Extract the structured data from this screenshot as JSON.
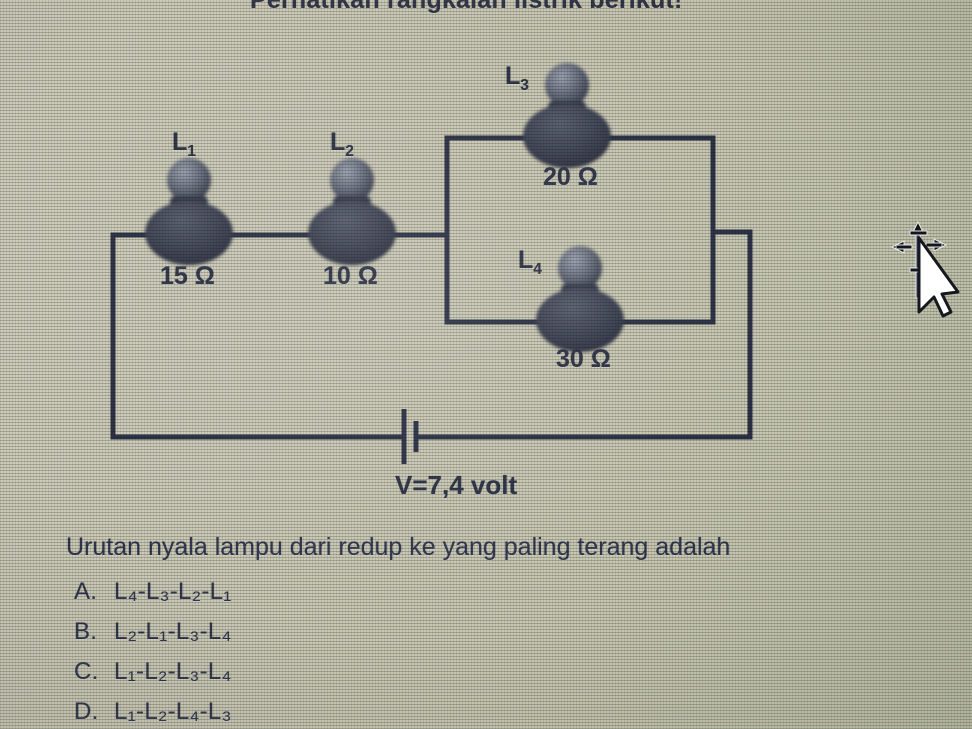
{
  "heading": "Perhatikan rangkaian listrik berikut!",
  "question": "Urutan nyala  lampu dari redup ke yang paling terang adalah",
  "circuit": {
    "source_label": "V=7,4 volt",
    "lamps": [
      {
        "id": "L1",
        "name": "L",
        "index": "1",
        "resistance": "15 Ω",
        "branch": "series"
      },
      {
        "id": "L2",
        "name": "L",
        "index": "2",
        "resistance": "10 Ω",
        "branch": "series"
      },
      {
        "id": "L3",
        "name": "L",
        "index": "3",
        "resistance": "20 Ω",
        "branch": "parallel-top"
      },
      {
        "id": "L4",
        "name": "L",
        "index": "4",
        "resistance": "30 Ω",
        "branch": "parallel-bottom"
      }
    ],
    "wire_color": "#2a2f45",
    "lamp_color": "#3a3f4f"
  },
  "options": [
    {
      "letter": "A.",
      "text": "L₄-L₃-L₂-L₁"
    },
    {
      "letter": "B.",
      "text": "L₂-L₁-L₃-L₄"
    },
    {
      "letter": "C.",
      "text": "L₁-L₂-L₃-L₄"
    },
    {
      "letter": "D.",
      "text": "L₁-L₂-L₄-L₃"
    }
  ],
  "cursors": {
    "move_cursor": "move-cursor",
    "arrow_cursor": "arrow-pointer-cursor"
  },
  "colors": {
    "background": "#c9c7b5",
    "ink": "#2b3146",
    "wire": "#2a2f45"
  }
}
